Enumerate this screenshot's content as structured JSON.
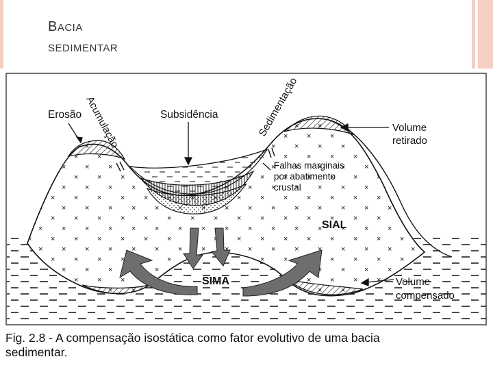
{
  "slide": {
    "title_cap": "B",
    "title_rest": "ACIA",
    "title_line2": "SEDIMENTAR"
  },
  "figure": {
    "labels": {
      "erosao": "Erosão",
      "acumulacao": "Acumulação",
      "subsidencia": "Subsidência",
      "sedimentacao": "Sedimentação",
      "volume_retirado_1": "Volume",
      "volume_retirado_2": "retirado",
      "falhas_1": "Falhas marginais",
      "falhas_2": "por abatimento",
      "falhas_3": "crustal",
      "sial": "SIAL",
      "sima": "SIMA",
      "volume_compensado_1": "Volume",
      "volume_compensado_2": "compensado"
    },
    "caption_line1": "Fig. 2.8 - A compensação isostática como fator evolutivo de uma bacia",
    "caption_line2": "sedimentar."
  },
  "colors": {
    "accent_bar": "#f4cfc2",
    "arrow_fill": "#6e6e6e"
  }
}
